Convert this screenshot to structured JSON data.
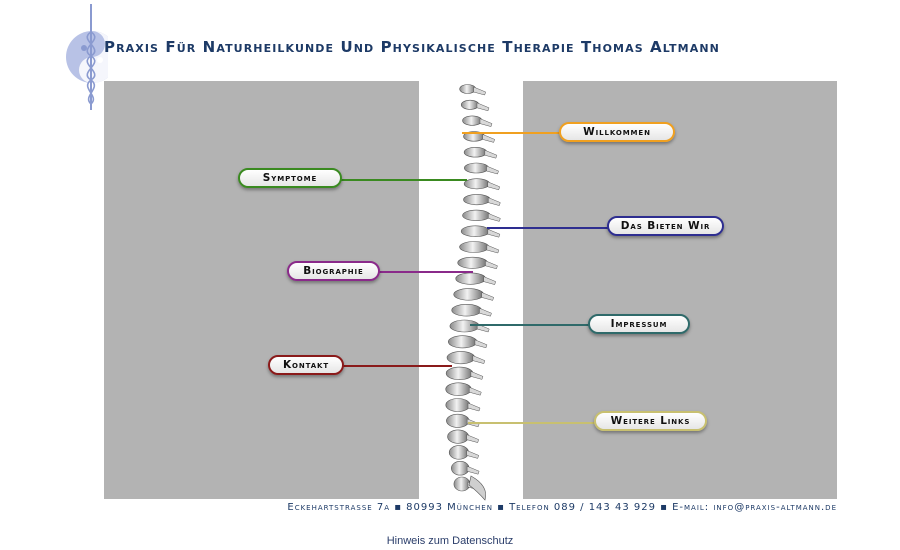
{
  "header": {
    "title": "Praxis Für Naturheilkunde Und Physikalische Therapie Thomas Altmann",
    "logo_icon": "yin-yang-caduceus-icon"
  },
  "colors": {
    "brand": "#1d3a66",
    "panel": "#b3b3b3",
    "willkommen": "#f0a020",
    "symptome": "#3a8a20",
    "das_bieten_wir": "#2e2e90",
    "biographie": "#8a2a8a",
    "impressum": "#2f6a6a",
    "kontakt": "#8a1a1a",
    "weitere_links": "#c8c070"
  },
  "nav": {
    "willkommen": "Willkommen",
    "symptome": "Symptome",
    "das_bieten_wir": "Das Bieten Wir",
    "biographie": "Biographie",
    "impressum": "Impressum",
    "kontakt": "Kontakt",
    "weitere_links": "Weitere Links"
  },
  "footer": {
    "address": "Eckehartstrasse 7a ▪ 80993 München ▪ Telefon 089 / 143 43 929 ▪ E-mail: info@praxis-altmann.de",
    "privacy_link": "Hinweis zum Datenschutz"
  }
}
